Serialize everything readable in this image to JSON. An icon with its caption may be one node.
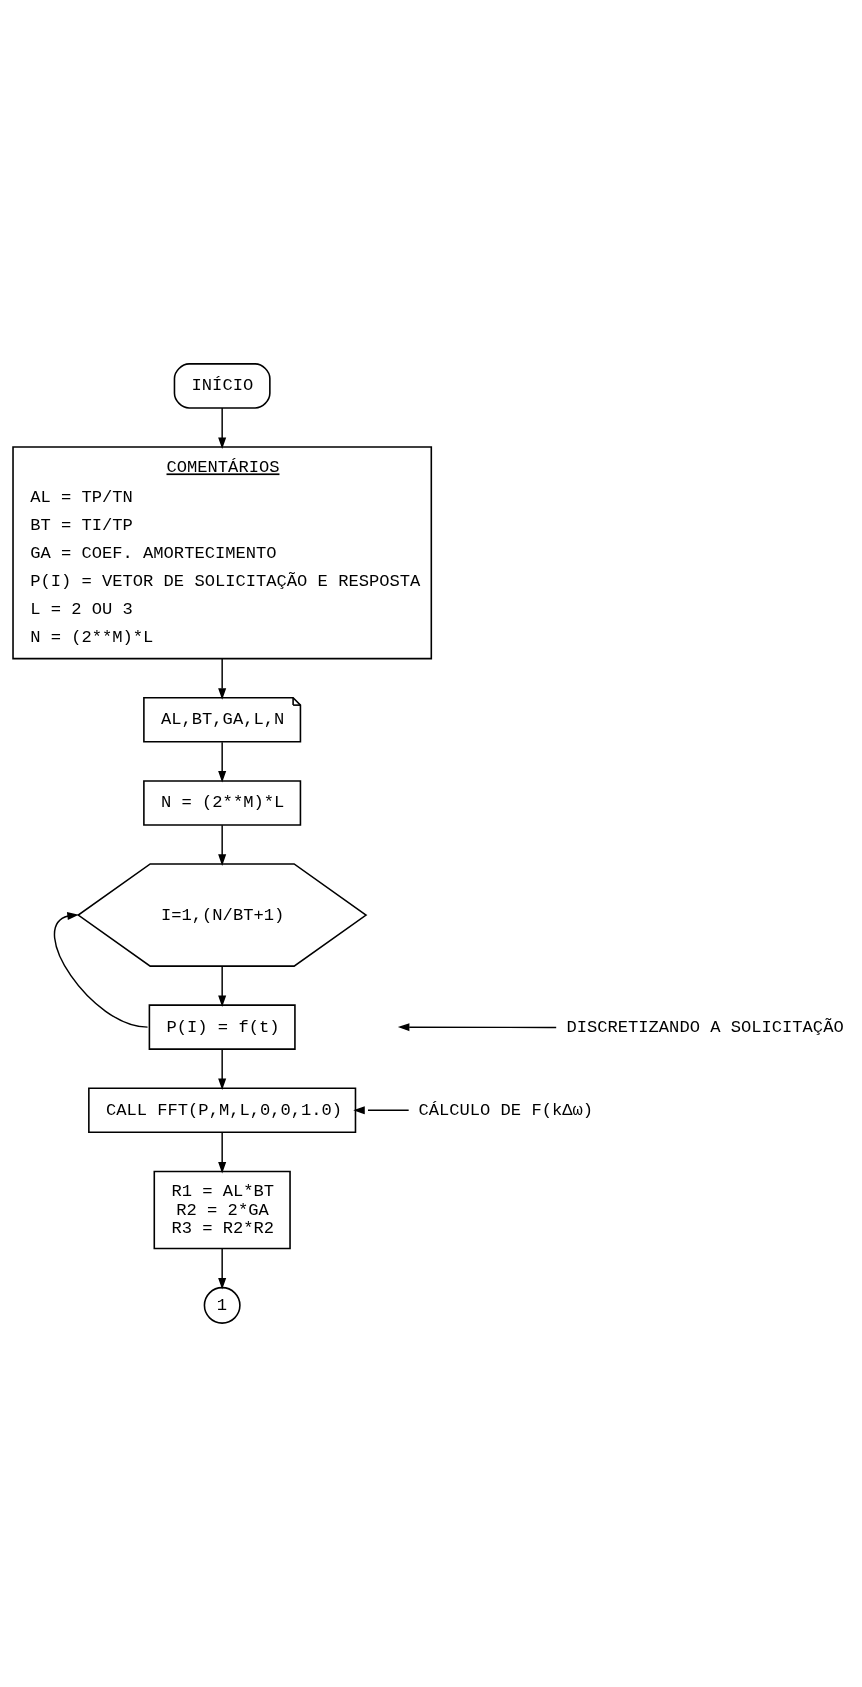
{
  "diagram": {
    "nodes": [
      {
        "text": [
          "INÍCIO"
        ]
      },
      {
        "text": [
          "COMENTÁRIOS",
          "AL = TP/TN",
          "BT = TI/TP",
          "GA = COEF. AMORTECIMENTO",
          "P(I) = VETOR DE SOLICITAÇÃO E RESPOSTA",
          "L = 2 OU 3",
          "N = (2**M)*L"
        ]
      },
      {
        "text": [
          "AL,BT,GA,L,N"
        ]
      },
      {
        "text": [
          "N = (2**M)*L"
        ]
      },
      {
        "text": [
          "I=1,(N/BT+1)"
        ]
      },
      {
        "text": [
          "P(I) = f(t)"
        ]
      },
      {
        "text": [
          "CALL FFT(P,M,L,0,0,1.0)"
        ]
      },
      {
        "text": [
          "R1 = AL*BT",
          "R2 = 2*GA",
          "R3 = R2*R2"
        ]
      },
      {
        "text": [
          "1"
        ]
      },
      {
        "text": [
          "DISCRETIZANDO A SOLICITAÇÃO"
        ]
      },
      {
        "text": [
          "CÁLCULO DE F(kΔω)"
        ]
      }
    ],
    "edges": [
      {
        "from": 0,
        "to": 1,
        "arrow": "to"
      },
      {
        "from": 1,
        "to": 2,
        "arrow": "to"
      },
      {
        "from": 2,
        "to": 3,
        "arrow": "to"
      },
      {
        "from": 3,
        "to": 4,
        "arrow": "to"
      },
      {
        "from": 4,
        "to": 5,
        "arrow": "to"
      },
      {
        "from": 5,
        "to": 4,
        "arrow": "to"
      },
      {
        "from": 5,
        "to": 6,
        "arrow": "to"
      },
      {
        "from": 6,
        "to": 7,
        "arrow": "to"
      },
      {
        "from": 7,
        "to": 8,
        "arrow": "to"
      },
      {
        "from": 9,
        "to": null,
        "arrow": "to"
      },
      {
        "from": 10,
        "to": 6,
        "arrow": "to"
      }
    ]
  }
}
